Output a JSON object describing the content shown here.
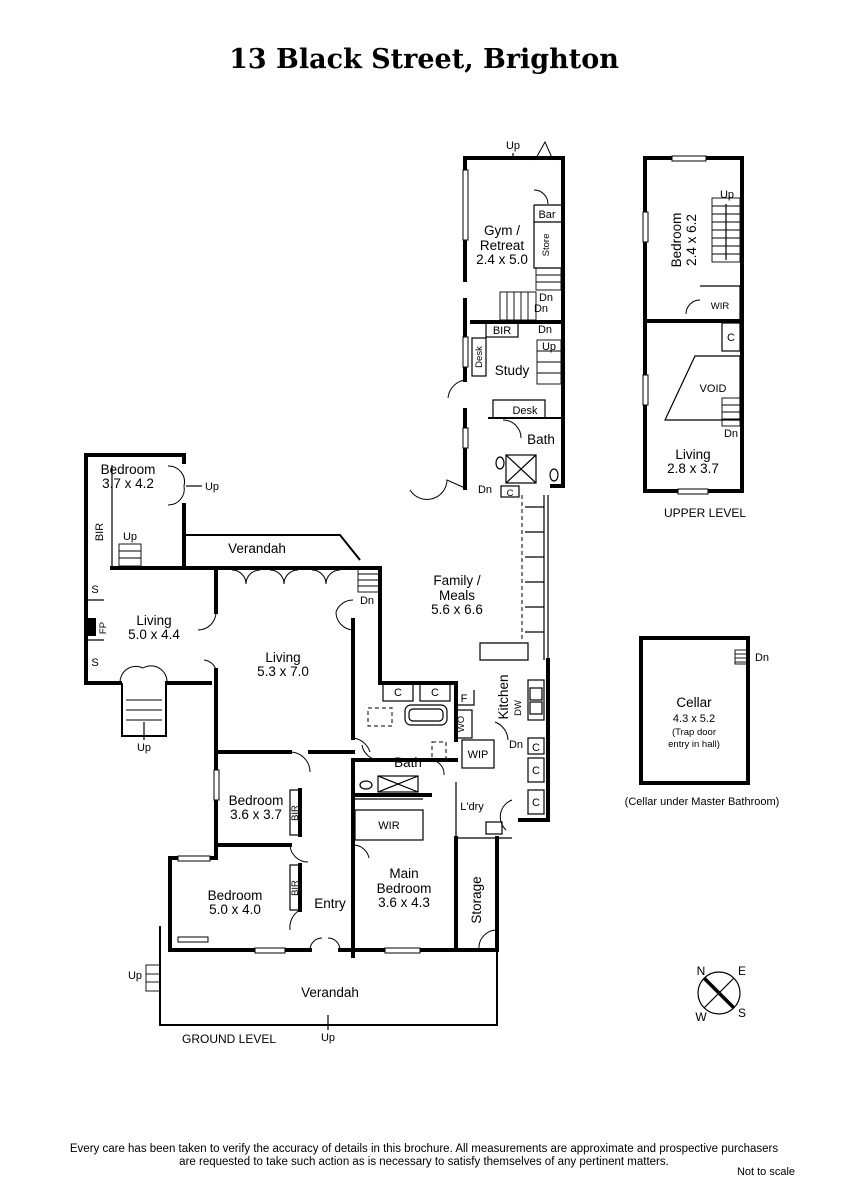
{
  "title": "13 Black Street, Brighton",
  "levels": {
    "ground": "GROUND LEVEL",
    "upper": "UPPER LEVEL"
  },
  "rooms": {
    "gym": {
      "name1": "Gym /",
      "name2": "Retreat",
      "dims": "2.4 x 5.0"
    },
    "bar": "Bar",
    "store": "Store",
    "study": "Study",
    "desk1": "Desk",
    "desk2": "Desk",
    "bir_study": "BIR",
    "bath_upper": "Bath",
    "bedroom_nw": {
      "name": "Bedroom",
      "dims": "3.7 x 4.2"
    },
    "bir_nw": "BIR",
    "verandah_mid": "Verandah",
    "living_w": {
      "name": "Living",
      "dims": "5.0 x 4.4"
    },
    "living_c": {
      "name": "Living",
      "dims": "5.3 x 7.0"
    },
    "family": {
      "name1": "Family /",
      "name2": "Meals",
      "dims": "5.6 x 6.6"
    },
    "kitchen": "Kitchen",
    "dw": "DW",
    "wo": "WO",
    "wip": "WIP",
    "f": "F",
    "c_labels": [
      "C",
      "C",
      "C",
      "C",
      "C",
      "C"
    ],
    "bath_ground": "Bath",
    "laundry": "L'dry",
    "wir": "WIR",
    "bedroom_s1": {
      "name": "Bedroom",
      "dims": "3.6 x 3.7"
    },
    "bir_s1": "BIR",
    "bir_s2": "BIR",
    "bedroom_s2": {
      "name": "Bedroom",
      "dims": "5.0 x 4.0"
    },
    "entry": "Entry",
    "main_bedroom": {
      "name1": "Main",
      "name2": "Bedroom",
      "dims": "3.6 x 4.3"
    },
    "storage": "Storage",
    "verandah_front": "Verandah",
    "fp": "FP",
    "s_top": "S",
    "s_bottom": "S"
  },
  "upper": {
    "bedroom": {
      "name": "Bedroom",
      "dims": "2.4 x 6.2"
    },
    "wir": "WIR",
    "c": "C",
    "void": "VOID",
    "living": {
      "name": "Living",
      "dims": "2.8 x 3.7"
    }
  },
  "cellar": {
    "name": "Cellar",
    "dims": "4.3 x 5.2",
    "note1": "(Trap door",
    "note2": "entry in hall)",
    "caption": "(Cellar under Master Bathroom)"
  },
  "stairs": {
    "up": "Up",
    "dn": "Dn"
  },
  "compass": {
    "n": "N",
    "e": "E",
    "w": "W",
    "s": "S"
  },
  "disclaimer": {
    "line1": "Every care has been taken to verify the accuracy of details in this brochure.  All measurements are approximate and prospective purchasers",
    "line2": "are requested to take such action as is necessary to satisfy themselves of any pertinent matters."
  },
  "scale_note": "Not to scale"
}
